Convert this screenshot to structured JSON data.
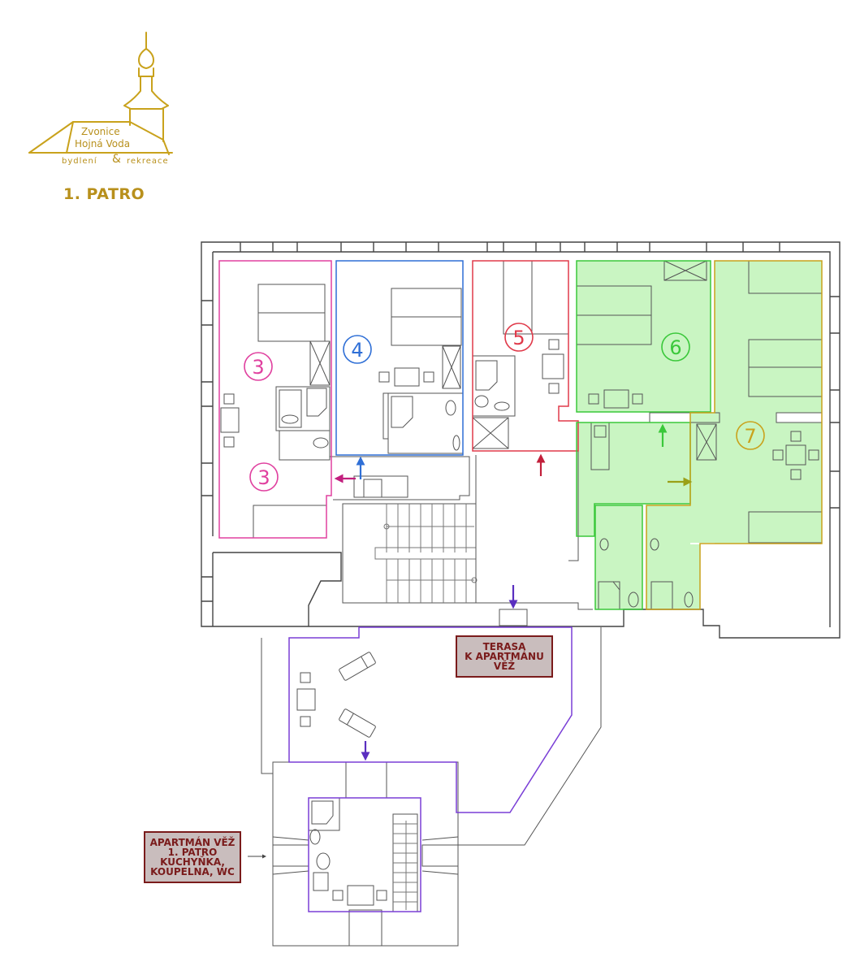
{
  "logo": {
    "line1": "Zvonice",
    "line2": "Hojná Voda",
    "line3a": "bydlení",
    "ampersand": "&",
    "line3b": "rekreace"
  },
  "floor_title": "1. PATRO",
  "rooms": [
    {
      "id": "room-3a",
      "number": "3",
      "color": "#e0409f"
    },
    {
      "id": "room-3b",
      "number": "3",
      "color": "#e0409f"
    },
    {
      "id": "room-4",
      "number": "4",
      "color": "#2f6fd6"
    },
    {
      "id": "room-5",
      "number": "5",
      "color": "#e03a4a"
    },
    {
      "id": "room-6",
      "number": "6",
      "color": "#3ac83a"
    },
    {
      "id": "room-7",
      "number": "7",
      "color": "#c9a21c"
    }
  ],
  "terrace_label": [
    "TERASA",
    "K APARTMÁNU",
    "VĚŽ"
  ],
  "tower_label": [
    "APARTMÁN VĚŽ",
    "1. PATRO",
    "KUCHYŇKA,",
    "KOUPELNA, WC"
  ],
  "colors": {
    "gold": "#c9a21c",
    "pink": "#e0409f",
    "blue": "#2f6fd6",
    "red": "#e03a4a",
    "green": "#3ac83a",
    "green_fill": "#c9f5c2",
    "purple": "#7a3fd6",
    "label_bg": "#c9bdbd",
    "label_text": "#7a1b1b"
  }
}
